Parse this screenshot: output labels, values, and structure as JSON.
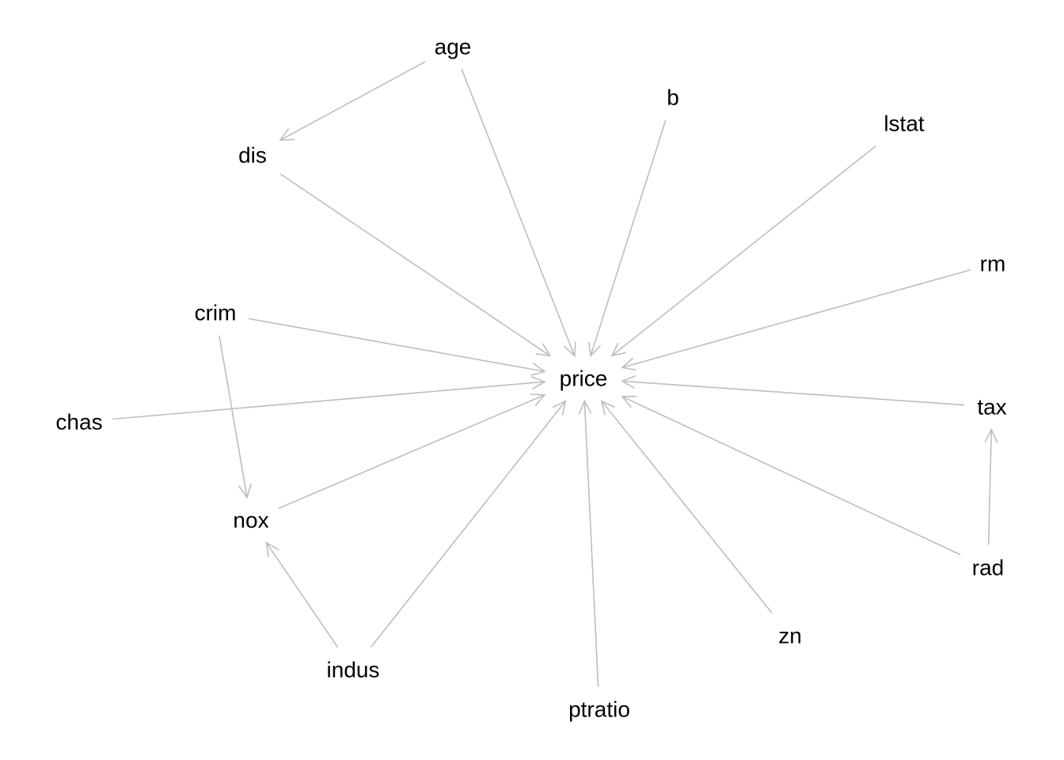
{
  "diagram": {
    "type": "directed-graph",
    "edge_color": "#bebebe",
    "label_color": "#000000",
    "nodes": [
      {
        "id": "age",
        "label": "age"
      },
      {
        "id": "b",
        "label": "b"
      },
      {
        "id": "lstat",
        "label": "lstat"
      },
      {
        "id": "dis",
        "label": "dis"
      },
      {
        "id": "rm",
        "label": "rm"
      },
      {
        "id": "crim",
        "label": "crim"
      },
      {
        "id": "price",
        "label": "price"
      },
      {
        "id": "tax",
        "label": "tax"
      },
      {
        "id": "chas",
        "label": "chas"
      },
      {
        "id": "nox",
        "label": "nox"
      },
      {
        "id": "rad",
        "label": "rad"
      },
      {
        "id": "zn",
        "label": "zn"
      },
      {
        "id": "indus",
        "label": "indus"
      },
      {
        "id": "ptratio",
        "label": "ptratio"
      }
    ],
    "edges": [
      {
        "from": "age",
        "to": "dis"
      },
      {
        "from": "age",
        "to": "price"
      },
      {
        "from": "b",
        "to": "price"
      },
      {
        "from": "lstat",
        "to": "price"
      },
      {
        "from": "dis",
        "to": "price"
      },
      {
        "from": "rm",
        "to": "price"
      },
      {
        "from": "crim",
        "to": "price"
      },
      {
        "from": "crim",
        "to": "nox"
      },
      {
        "from": "chas",
        "to": "price"
      },
      {
        "from": "tax",
        "to": "price"
      },
      {
        "from": "nox",
        "to": "price"
      },
      {
        "from": "rad",
        "to": "price"
      },
      {
        "from": "rad",
        "to": "tax"
      },
      {
        "from": "zn",
        "to": "price"
      },
      {
        "from": "indus",
        "to": "price"
      },
      {
        "from": "indus",
        "to": "nox"
      },
      {
        "from": "ptratio",
        "to": "price"
      }
    ]
  }
}
